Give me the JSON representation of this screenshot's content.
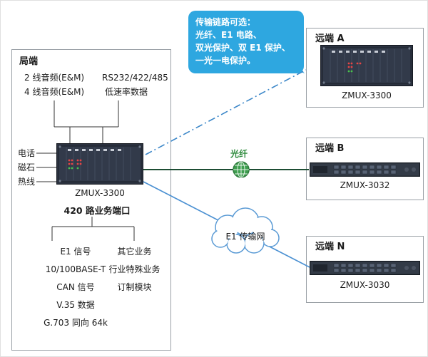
{
  "callout": {
    "lines": [
      "传输链路可选：",
      "光纤、E1 电路、",
      "双光保护、双 E1 保护、",
      "一光一电保护。"
    ]
  },
  "local": {
    "title": "局端",
    "top_left": [
      "2 线音频(E&M)",
      "4 线音频(E&M)"
    ],
    "top_right": [
      "RS232/422/485",
      "低速率数据"
    ],
    "side_labels": [
      "电话",
      "磁石",
      "热线"
    ],
    "device_label": "ZMUX-3300",
    "ports_title": "420 路业务端口",
    "bottom_left": [
      "E1 信号",
      "10/100BASE-T",
      "CAN 信号",
      "V.35 数据",
      "G.703 同向 64k"
    ],
    "bottom_right": [
      "其它业务",
      "行业特殊业务",
      "订制模块"
    ]
  },
  "links": {
    "fiber_label": "光纤",
    "cloud_label": "E1 传输网"
  },
  "remotes": [
    {
      "title": "远端  A",
      "device": "ZMUX-3300"
    },
    {
      "title": "远端  B",
      "device": "ZMUX-3032"
    },
    {
      "title": "远端  N",
      "device": "ZMUX-3030"
    }
  ],
  "colors": {
    "callout_bg": "#2ea7e0",
    "dash_link_blue": "#3a86c8",
    "fiber_green_line": "#1d4d33",
    "fiber_label_green": "#2e8b3d",
    "e1_link_blue": "#4a90d2",
    "cloud_stroke": "#5b9bd5"
  }
}
